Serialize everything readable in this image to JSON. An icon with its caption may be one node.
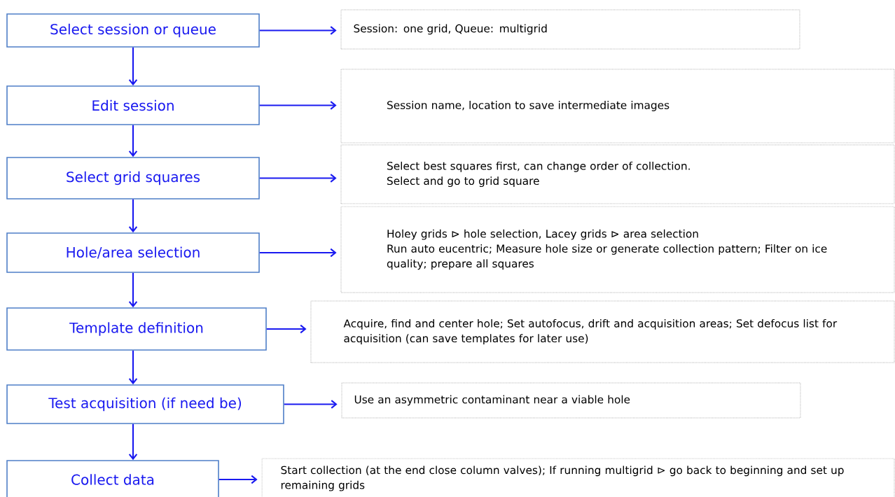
{
  "diagram": {
    "nodes": [
      {
        "text": [
          "Select session or queue"
        ]
      },
      {
        "text": [
          "Session: one grid, Queue: multigrid"
        ]
      },
      {
        "text": [
          "Edit session"
        ]
      },
      {
        "text": [
          "Session name, location to save intermediate images"
        ]
      },
      {
        "text": [
          "Select grid squares"
        ]
      },
      {
        "text": [
          "Select best squares first, can change order of collection.",
          "Select and go to grid square"
        ]
      },
      {
        "text": [
          "Hole/area selection"
        ]
      },
      {
        "text": [
          "Holey grids ⊳ hole selection, Lacey grids ⊳ area selection",
          "Run auto eucentric; Measure hole size or generate collection pattern; Filter on ice quality; prepare all squares"
        ]
      },
      {
        "text": [
          "Template definition"
        ]
      },
      {
        "text": [
          "Acquire, find and center hole; Set autofocus, drift and acquisition areas; Set defocus list for acquisition (can save templates for later use)"
        ]
      },
      {
        "text": [
          "Test acquisition (if need be)"
        ]
      },
      {
        "text": [
          "Use an asymmetric contaminant near a viable hole"
        ]
      },
      {
        "text": [
          "Collect data"
        ]
      },
      {
        "text": [
          "Start collection (at the end close column valves); If running multigrid ⊳ go back to beginning and set up remaining grids"
        ]
      }
    ],
    "edges": [
      {
        "from": 0,
        "to": 1,
        "arrow": "to"
      },
      {
        "from": 0,
        "to": 2,
        "arrow": "to"
      },
      {
        "from": 2,
        "to": 3,
        "arrow": "to"
      },
      {
        "from": 2,
        "to": 4,
        "arrow": "to"
      },
      {
        "from": 4,
        "to": 5,
        "arrow": "to"
      },
      {
        "from": 4,
        "to": 6,
        "arrow": "to"
      },
      {
        "from": 6,
        "to": 7,
        "arrow": "to"
      },
      {
        "from": 6,
        "to": 8,
        "arrow": "to"
      },
      {
        "from": 8,
        "to": 9,
        "arrow": "to"
      },
      {
        "from": 8,
        "to": 10,
        "arrow": "to"
      },
      {
        "from": 10,
        "to": 11,
        "arrow": "to"
      },
      {
        "from": 10,
        "to": 12,
        "arrow": "to"
      },
      {
        "from": 12,
        "to": 13,
        "arrow": "to"
      }
    ]
  }
}
